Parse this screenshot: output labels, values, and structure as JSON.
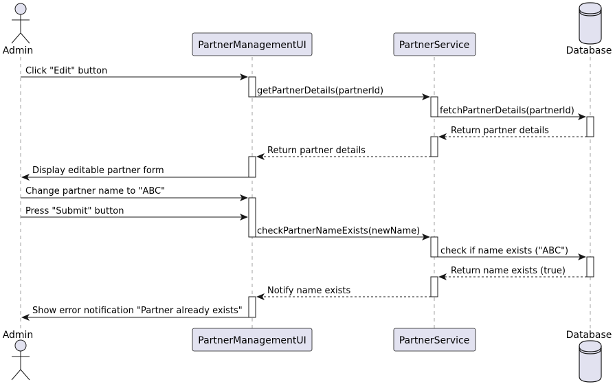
{
  "participants": {
    "admin": "Admin",
    "ui": "PartnerManagementUI",
    "service": "PartnerService",
    "database": "Database"
  },
  "messages": [
    {
      "label": "Click \"Edit\" button",
      "from": "admin",
      "to": "ui",
      "style": "solid"
    },
    {
      "label": "getPartnerDetails(partnerId)",
      "from": "ui",
      "to": "service",
      "style": "solid"
    },
    {
      "label": "fetchPartnerDetails(partnerId)",
      "from": "service",
      "to": "database",
      "style": "solid"
    },
    {
      "label": "Return partner details",
      "from": "database",
      "to": "service",
      "style": "dashed"
    },
    {
      "label": "Return partner details",
      "from": "service",
      "to": "ui",
      "style": "dashed"
    },
    {
      "label": "Display editable partner form",
      "from": "ui",
      "to": "admin",
      "style": "solid"
    },
    {
      "label": "Change partner name to \"ABC\"",
      "from": "admin",
      "to": "ui",
      "style": "solid"
    },
    {
      "label": "Press \"Submit\" button",
      "from": "admin",
      "to": "ui",
      "style": "solid"
    },
    {
      "label": "checkPartnerNameExists(newName)",
      "from": "ui",
      "to": "service",
      "style": "solid"
    },
    {
      "label": "check if name exists (\"ABC\")",
      "from": "service",
      "to": "database",
      "style": "solid"
    },
    {
      "label": "Return name exists (true)",
      "from": "database",
      "to": "service",
      "style": "dashed"
    },
    {
      "label": "Notify name exists",
      "from": "service",
      "to": "ui",
      "style": "dashed"
    },
    {
      "label": "Show error notification \"Partner already exists\"",
      "from": "ui",
      "to": "admin",
      "style": "solid"
    }
  ],
  "colors": {
    "participant_fill": "#E2E2F0",
    "stroke": "#181818",
    "lifeline": "#A0A0A0"
  }
}
